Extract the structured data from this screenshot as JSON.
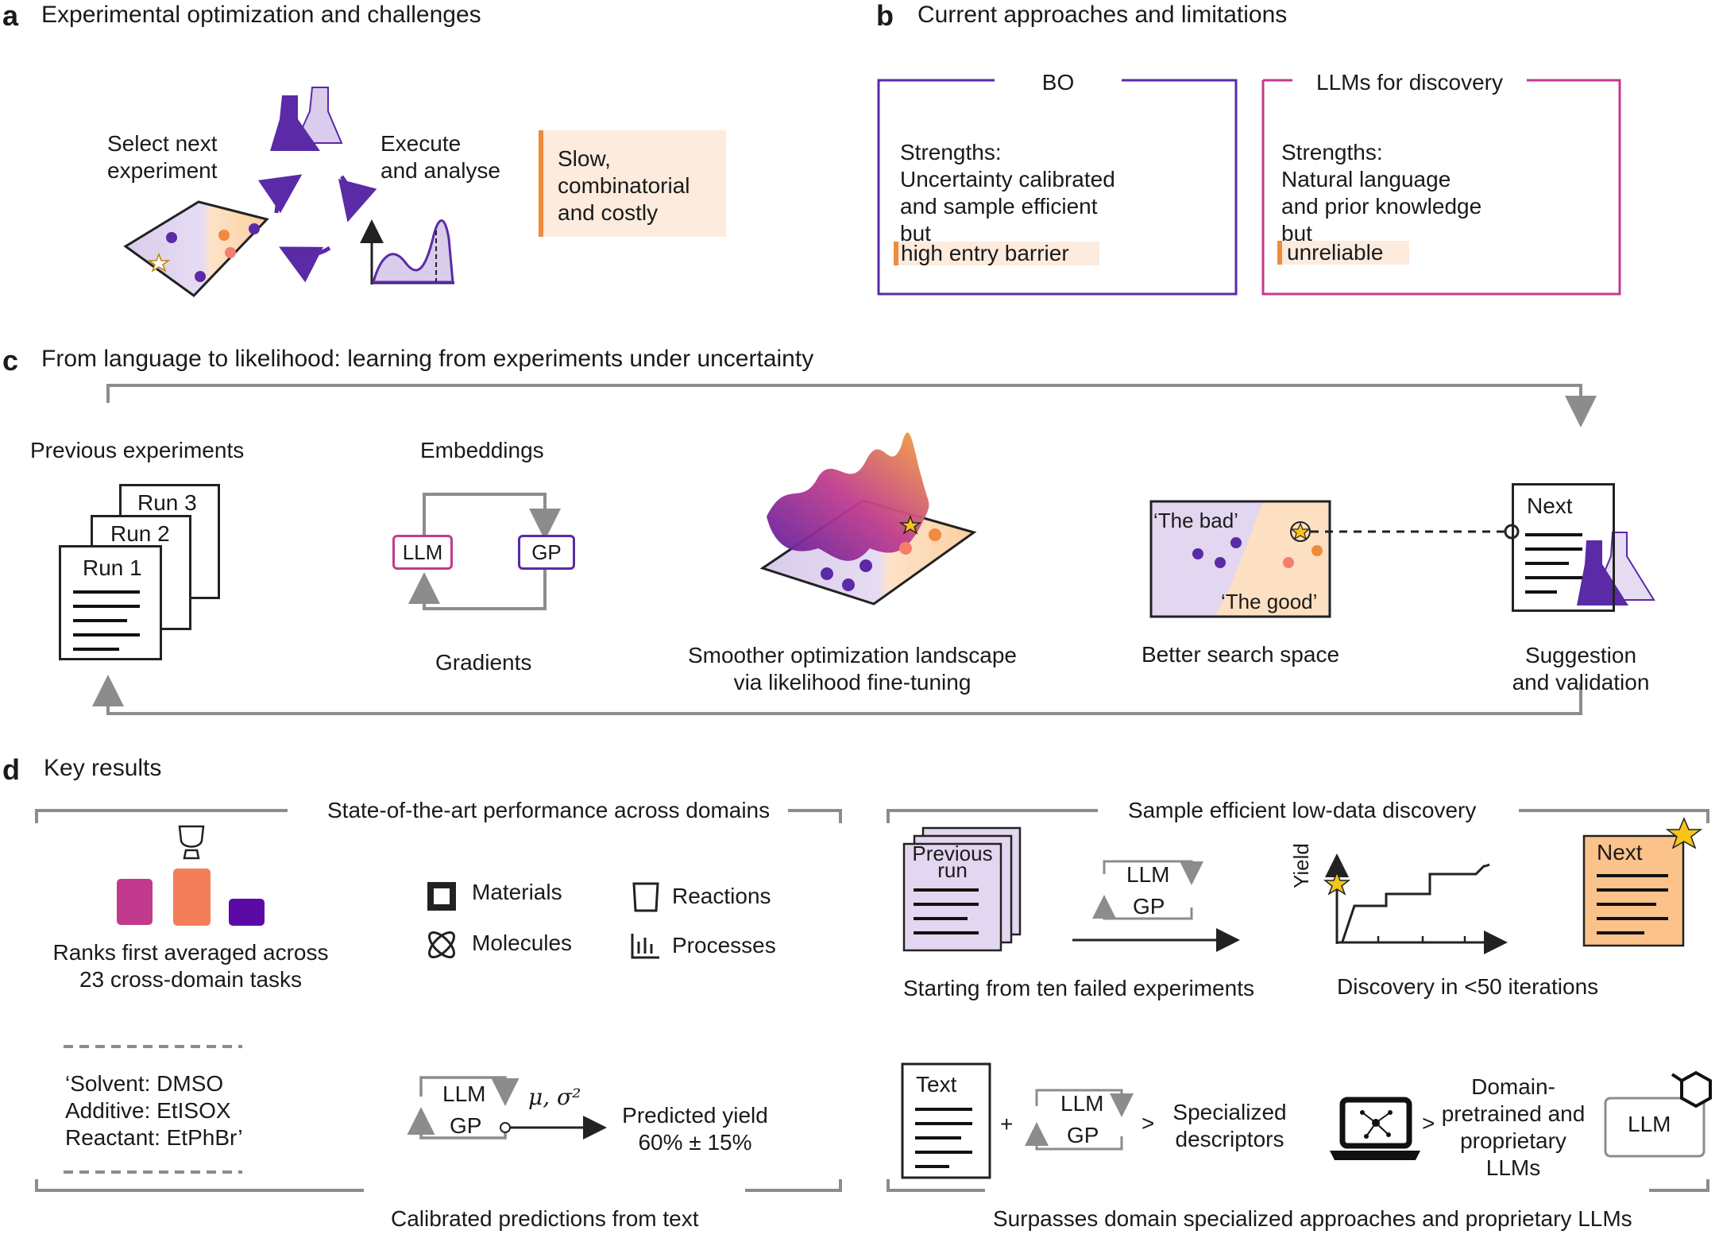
{
  "panel_a": {
    "letter": "a",
    "title": "Experimental optimization and challenges",
    "select_label": "Select next\nexperiment",
    "execute_label": "Execute\nand analyse",
    "challenge": "Slow,\ncombinatorial\nand costly"
  },
  "panel_b": {
    "letter": "b",
    "title": "Current approaches and limitations",
    "bo": {
      "title": "BO",
      "strengths": "Strengths:\nUncertainty calibrated\nand sample efficient\nbut",
      "limitation": "high entry barrier"
    },
    "llm": {
      "title": "LLMs for discovery",
      "strengths": "Strengths:\nNatural language\nand prior knowledge\nbut",
      "limitation": "unreliable"
    }
  },
  "panel_c": {
    "letter": "c",
    "title": "From language to likelihood: learning from experiments under uncertainty",
    "previous": "Previous experiments",
    "runs": [
      "Run 3",
      "Run 2",
      "Run 1"
    ],
    "embeddings": "Embeddings",
    "llm": "LLM",
    "gp": "GP",
    "gradients": "Gradients",
    "landscape": "Smoother optimization landscape\nvia likelihood fine-tuning",
    "bad": "‘The bad’",
    "good": "‘The good’",
    "search_space": "Better search space",
    "next": "Next",
    "suggestion": "Suggestion\nand validation"
  },
  "panel_d": {
    "letter": "d",
    "title": "Key results",
    "sota": {
      "title": "State-of-the-art performance across domains",
      "caption": "Ranks first averaged across\n23 cross-domain tasks",
      "domains": [
        "Materials",
        "Molecules",
        "Reactions",
        "Processes"
      ]
    },
    "calibrated": {
      "title": "Calibrated predictions from text",
      "prompt": "‘Solvent: DMSO\nAdditive: EtISOX\nReactant: EtPhBr’",
      "llm": "LLM",
      "gp": "GP",
      "params": "μ, σ²",
      "prediction": "Predicted yield\n60% ± 15%"
    },
    "sample": {
      "title": "Sample efficient low-data discovery",
      "previous_run": "Previous\nrun",
      "llm": "LLM",
      "gp": "GP",
      "yield_axis": "Yield",
      "next": "Next",
      "caption_left": "Starting from ten failed experiments",
      "caption_right": "Discovery in <50 iterations"
    },
    "surpass": {
      "title": "Surpasses domain specialized approaches and proprietary LLMs",
      "text_doc": "Text",
      "plus": "+",
      "llm": "LLM",
      "gp": "GP",
      "gt1": ">",
      "specialized": "Specialized\ndescriptors",
      "gt2": ">",
      "domain": "Domain-\npretrained and\nproprietary\nLLMs",
      "llm_box": "LLM"
    }
  },
  "colors": {
    "purple": "#5b2aa6",
    "magenta": "#c23a8e",
    "orange": "#f08a3c",
    "light_orange": "#fdebdd",
    "gray": "#8c8c8c"
  }
}
